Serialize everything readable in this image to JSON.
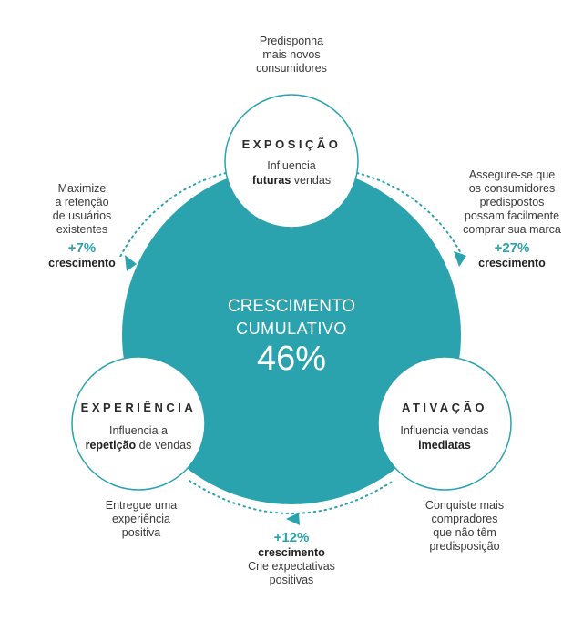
{
  "center": {
    "line1": "CRESCIMENTO",
    "line2": "CUMULATIVO",
    "value": "46%"
  },
  "nodes": {
    "exposicao": {
      "title": "EXPOSIÇÃO",
      "desc_pre": "Influencia",
      "desc_bold": "futuras",
      "desc_post": " vendas"
    },
    "ativacao": {
      "title": "ATIVAÇÃO",
      "desc_pre": "Influencia vendas",
      "desc_bold": "imediatas"
    },
    "experiencia": {
      "title": "EXPERIÊNCIA",
      "desc_pre": "Influencia a",
      "desc_bold": "repetição",
      "desc_post": " de vendas"
    }
  },
  "callouts": {
    "top": [
      "Predisponha",
      "mais novos",
      "consumidores"
    ],
    "right": [
      "Assegure-se que",
      "os consumidores",
      "predispostos",
      "possam facilmente",
      "comprar sua marca"
    ],
    "left": [
      "Maximize",
      "a retenção",
      "de usuários",
      "existentes"
    ],
    "bottom_left": [
      "Entregue uma",
      "experiência",
      "positiva"
    ],
    "bottom_right": [
      "Conquiste mais",
      "compradores",
      "que não têm",
      "predisposição"
    ],
    "bottom": [
      "Crie expectativas",
      "positivas"
    ]
  },
  "growth": {
    "left": {
      "pct": "+7%",
      "label": "crescimento"
    },
    "right": {
      "pct": "+27%",
      "label": "crescimento"
    },
    "bottom": {
      "pct": "+12%",
      "label": "crescimento"
    }
  },
  "colors": {
    "teal": "#2aa3ae",
    "node_fill": "#ffffff",
    "node_stroke": "#2aa3ae"
  }
}
